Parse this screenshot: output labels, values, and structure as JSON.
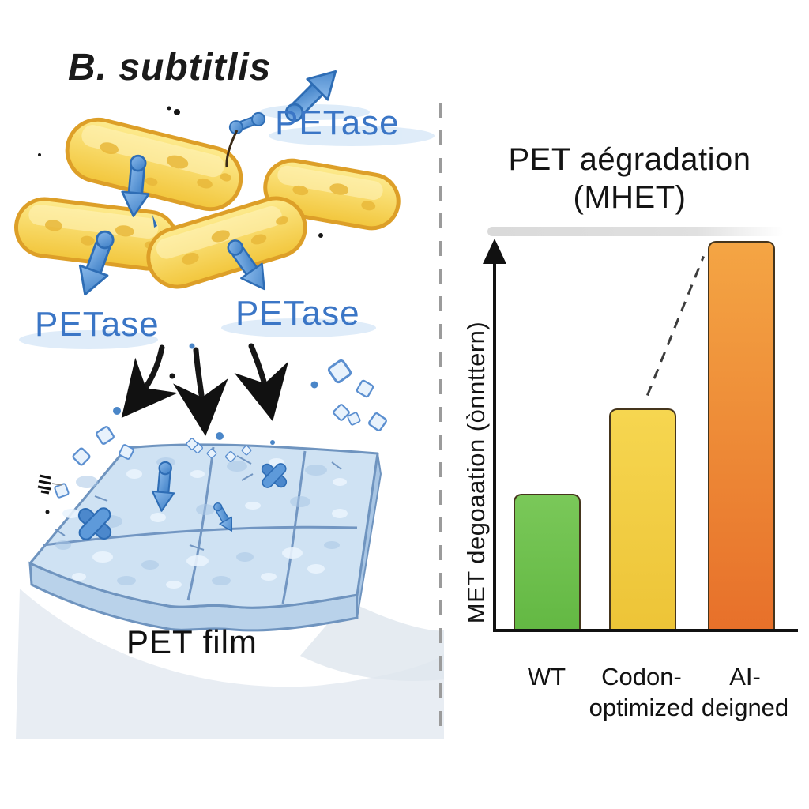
{
  "left_panel": {
    "organism_title": "B. subtitlis",
    "petase_label_1": "PETase",
    "petase_label_2": "PETase",
    "petase_label_3": "PETase",
    "film_label": "PET film"
  },
  "right_panel": {
    "title_line1": "PET aégradation",
    "title_line2": "(MHET)",
    "y_axis_label": "MET degoaation (ònnttern)"
  },
  "chart_data": {
    "type": "bar",
    "title": "PET aégradation (MHET)",
    "xlabel": "",
    "ylabel": "MET degoaation (ònnttern)",
    "categories": [
      "WT",
      "Codon-\noptimized",
      "AI-\ndeigned"
    ],
    "values": [
      35,
      57,
      100
    ],
    "value_note": "relative bar heights; axis shows no numeric ticks",
    "ylim": [
      0,
      100
    ],
    "grid": false,
    "legend": "none",
    "bar_colors": [
      "#6fc24d",
      "#f2ce43",
      "#ec8632"
    ],
    "bar_gradients": [
      [
        "#7ac859",
        "#63b843"
      ],
      [
        "#f6d650",
        "#edc437"
      ],
      [
        "#f4a544",
        "#e7702a"
      ]
    ],
    "annotations": [
      "dashed diagonal line rising from top of Codon-optimized bar to top of AI-deigned bar"
    ],
    "axis_color": "#111111"
  },
  "colors": {
    "petase_text_blue": "#3b76c6",
    "bacteria_yellow": "#f5d44a",
    "bacteria_outline": "#dd9f28",
    "enzyme_blue": "#4f93d8",
    "film_blue": "#cfe2f3",
    "film_edge": "#6f94bf",
    "divider_gray": "#9b9b9b",
    "axis_black": "#111111"
  }
}
